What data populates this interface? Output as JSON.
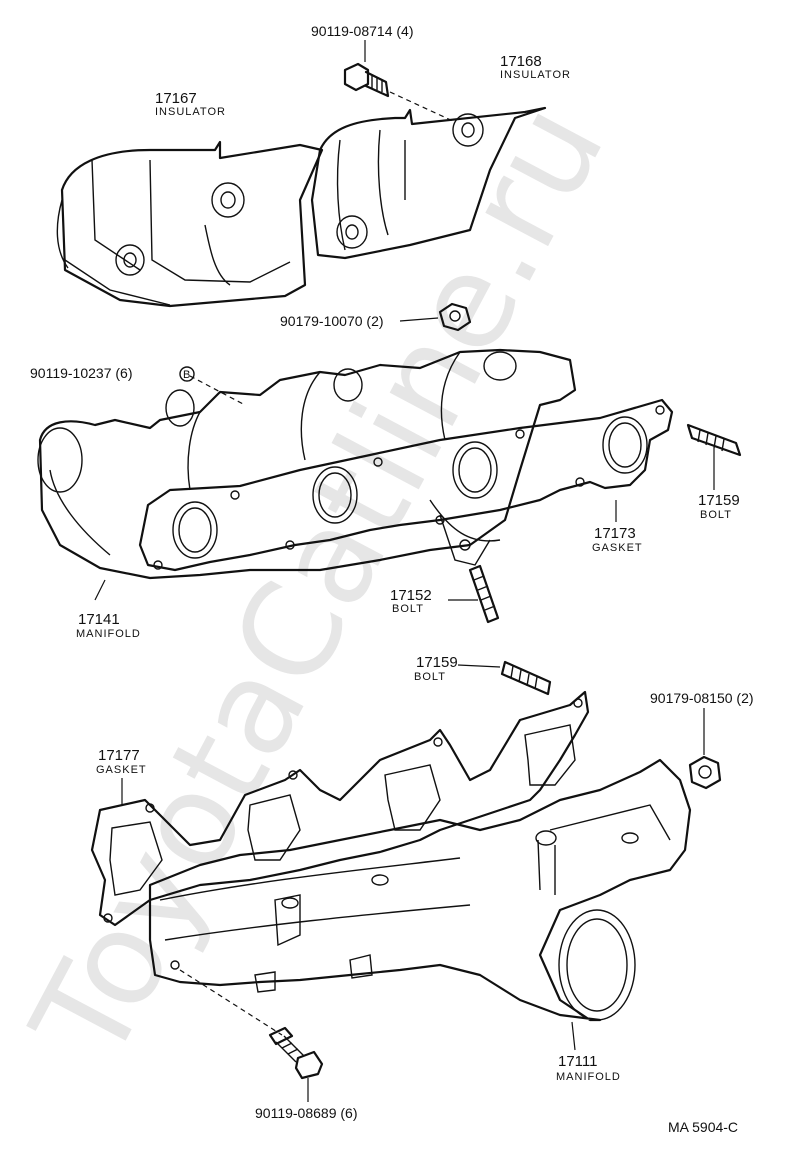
{
  "watermark": "ToyotaCatline.ru",
  "diagram_code": "MA 5904-C",
  "labels": {
    "bolt_08714": "90119-08714 (4)",
    "insulator_17168_num": "17168",
    "insulator_17168_name": "INSULATOR",
    "insulator_17167_num": "17167",
    "insulator_17167_name": "INSULATOR",
    "nut_10070": "90179-10070 (2)",
    "bolt_10237": "90119-10237 (6)",
    "bolt_10237_marker": "B",
    "stud_17159_upper_num": "17159",
    "stud_17159_upper_name": "BOLT",
    "gasket_17173_num": "17173",
    "gasket_17173_name": "GASKET",
    "stud_17152_num": "17152",
    "stud_17152_name": "BOLT",
    "manifold_17141_num": "17141",
    "manifold_17141_name": "MANIFOLD",
    "stud_17159_lower_num": "17159",
    "stud_17159_lower_name": "BOLT",
    "nut_08150": "90179-08150 (2)",
    "gasket_17177_num": "17177",
    "gasket_17177_name": "GASKET",
    "manifold_17111_num": "17111",
    "manifold_17111_name": "MANIFOLD",
    "bolt_08689": "90119-08689 (6)"
  }
}
